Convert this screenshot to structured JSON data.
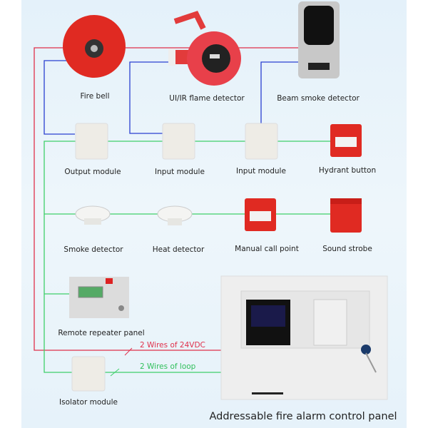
{
  "devices": {
    "fire_bell": "Fire bell",
    "flame_detector": "UI/IR flame detector",
    "beam_smoke_detector": "Beam smoke detector",
    "output_module": "Output module",
    "input_module_1": "Input module",
    "input_module_2": "Input module",
    "hydrant_button": "Hydrant button",
    "smoke_detector": "Smoke detector",
    "heat_detector": "Heat detector",
    "manual_call_point": "Manual call point",
    "sound_strobe": "Sound strobe",
    "remote_repeater_panel": "Remote repeater panel",
    "isolator_module": "Isolator module",
    "control_panel": "Addressable fire alarm control panel"
  },
  "wires": {
    "power": "2 Wires of 24VDC",
    "loop": "2 Wires of loop"
  },
  "colors": {
    "power": "#e0304a",
    "loop": "#3fcf6a",
    "signal": "#2a3fd0",
    "device_red": "#e8332e"
  }
}
